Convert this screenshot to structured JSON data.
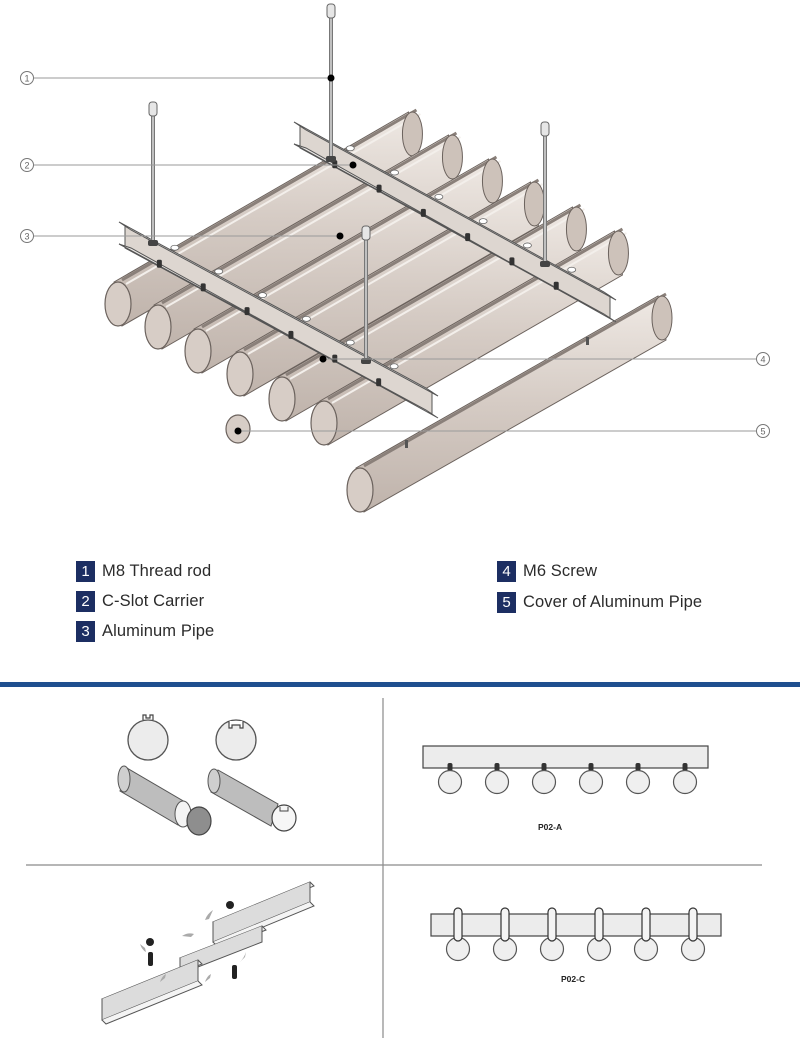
{
  "diagram": {
    "title": "Aluminum pipe ceiling installation",
    "callouts": [
      {
        "id": "1",
        "symbol": "①"
      },
      {
        "id": "2",
        "symbol": "②"
      },
      {
        "id": "3",
        "symbol": "③"
      },
      {
        "id": "4",
        "symbol": "④"
      },
      {
        "id": "5",
        "symbol": "⑤"
      }
    ],
    "legend": [
      {
        "num": "1",
        "label": "M8 Thread rod"
      },
      {
        "num": "2",
        "label": "C-Slot Carrier"
      },
      {
        "num": "3",
        "label": "Aluminum Pipe"
      },
      {
        "num": "4",
        "label": "M6 Screw"
      },
      {
        "num": "5",
        "label": "Cover of Aluminum Pipe"
      }
    ],
    "panels": {
      "pipe_profiles": "pipe profiles with end caps",
      "carrier_joint": "carrier splicing",
      "p02a_caption": "P02-A",
      "p02c_caption": "P02-C"
    },
    "colors": {
      "legend_badge": "#1c2e62",
      "rule": "#1f4f8f",
      "pipe_fill": "#d7cdc6",
      "pipe_stroke": "#6b625d",
      "carrier_fill": "#ece9e6"
    }
  }
}
